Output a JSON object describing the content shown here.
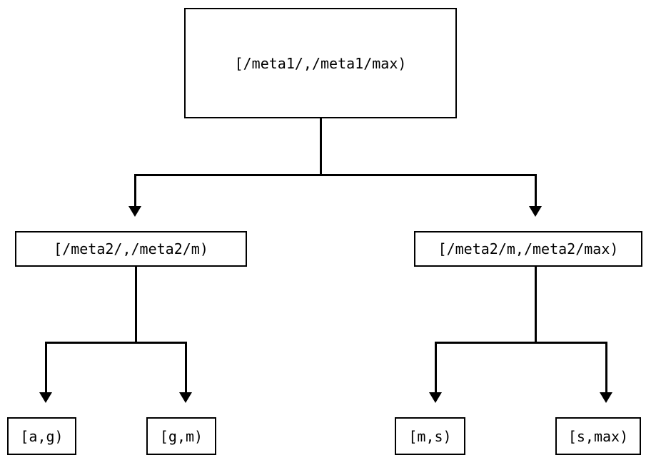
{
  "diagram": {
    "type": "tree",
    "title": "",
    "orientation": "top-down",
    "colors": {
      "stroke": "#000000",
      "fill": "#ffffff",
      "text": "#000000",
      "background": "#ffffff"
    },
    "nodes": {
      "root": {
        "label": "[/meta1/,/meta1/max)"
      },
      "level2": [
        {
          "label": "[/meta2/,/meta2/m)"
        },
        {
          "label": "[/meta2/m,/meta2/max)"
        }
      ],
      "leaves": [
        {
          "label": "[a,g)"
        },
        {
          "label": "[g,m)"
        },
        {
          "label": "[m,s)"
        },
        {
          "label": "[s,max)"
        }
      ]
    },
    "edges": {
      "arrow_style": "filled-triangle-down",
      "count": 6
    }
  }
}
